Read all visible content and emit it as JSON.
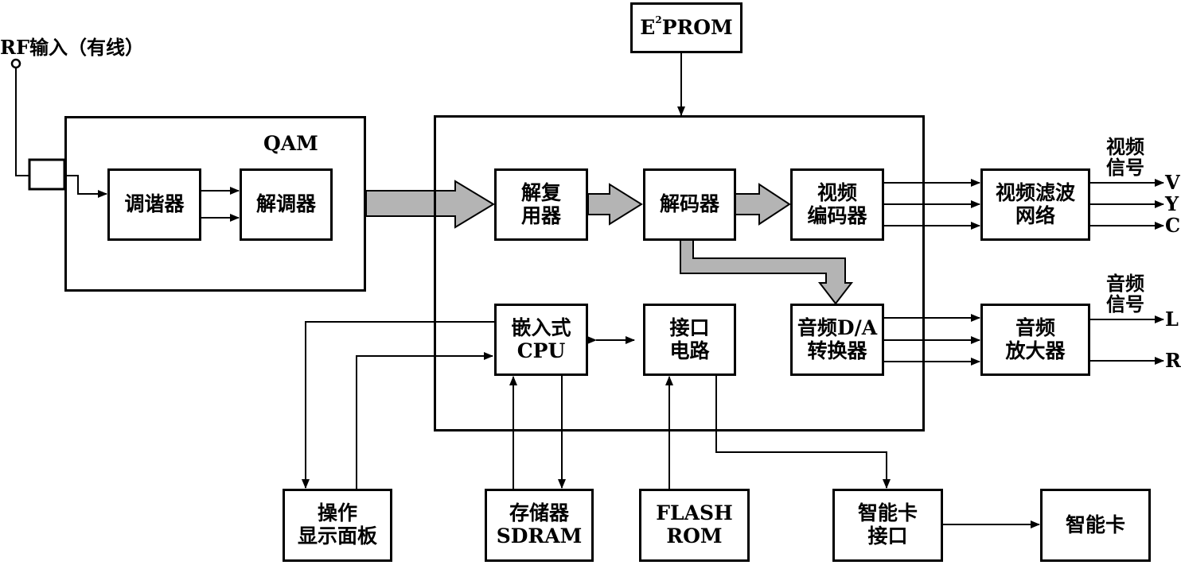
{
  "input_label": "RF输入（有线）",
  "qam": {
    "title": "QAM",
    "tuner": "调谐器",
    "demodulator": "解调器"
  },
  "eeprom": {
    "prefix": "E",
    "sup": "2",
    "suffix": "PROM"
  },
  "decoder_chip": {
    "demux": [
      "解复",
      "用器"
    ],
    "decoder": "解码器",
    "video_encoder": [
      "视频",
      "编码器"
    ],
    "audio_dac": [
      "音频D/A",
      "转换器"
    ],
    "cpu": [
      "嵌入式",
      "CPU"
    ],
    "interface": [
      "接口",
      "电路"
    ]
  },
  "peripherals": {
    "panel": [
      "操作",
      "显示面板"
    ],
    "sdram": [
      "存储器",
      "SDRAM"
    ],
    "flash": [
      "FLASH",
      "ROM"
    ],
    "card_interface": [
      "智能卡",
      "接口"
    ],
    "smart_card": "智能卡"
  },
  "video_out": {
    "filter": [
      "视频滤波",
      "网络"
    ],
    "signal_label": [
      "视频",
      "信号"
    ],
    "pins": [
      "V",
      "Y",
      "C"
    ]
  },
  "audio_out": {
    "amplifier": [
      "音频",
      "放大器"
    ],
    "signal_label": [
      "音频",
      "信号"
    ],
    "pins": [
      "L",
      "R"
    ]
  }
}
